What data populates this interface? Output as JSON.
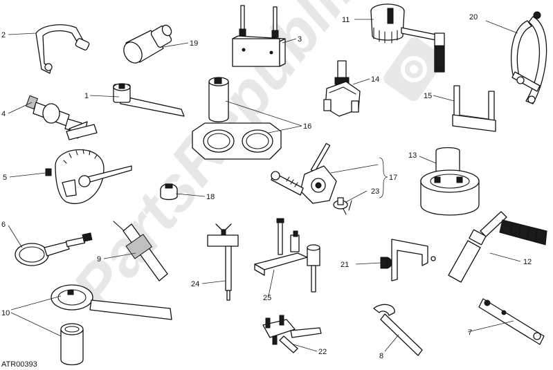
{
  "diagram": {
    "code": "ATR00393",
    "watermark": "PartsRepublik",
    "labels": {
      "l1": "1",
      "l2": "2",
      "l3": "3",
      "l4": "4",
      "l5": "5",
      "l6": "6",
      "l7": "7",
      "l8": "8",
      "l9": "9",
      "l10": "10",
      "l11": "11",
      "l12": "12",
      "l13": "13",
      "l14": "14",
      "l15": "15",
      "l16": "16",
      "l17": "17",
      "l18": "18",
      "l19": "19",
      "l20": "20",
      "l21": "21",
      "l22": "22",
      "l23": "23",
      "l24": "24",
      "l25": "25"
    }
  }
}
